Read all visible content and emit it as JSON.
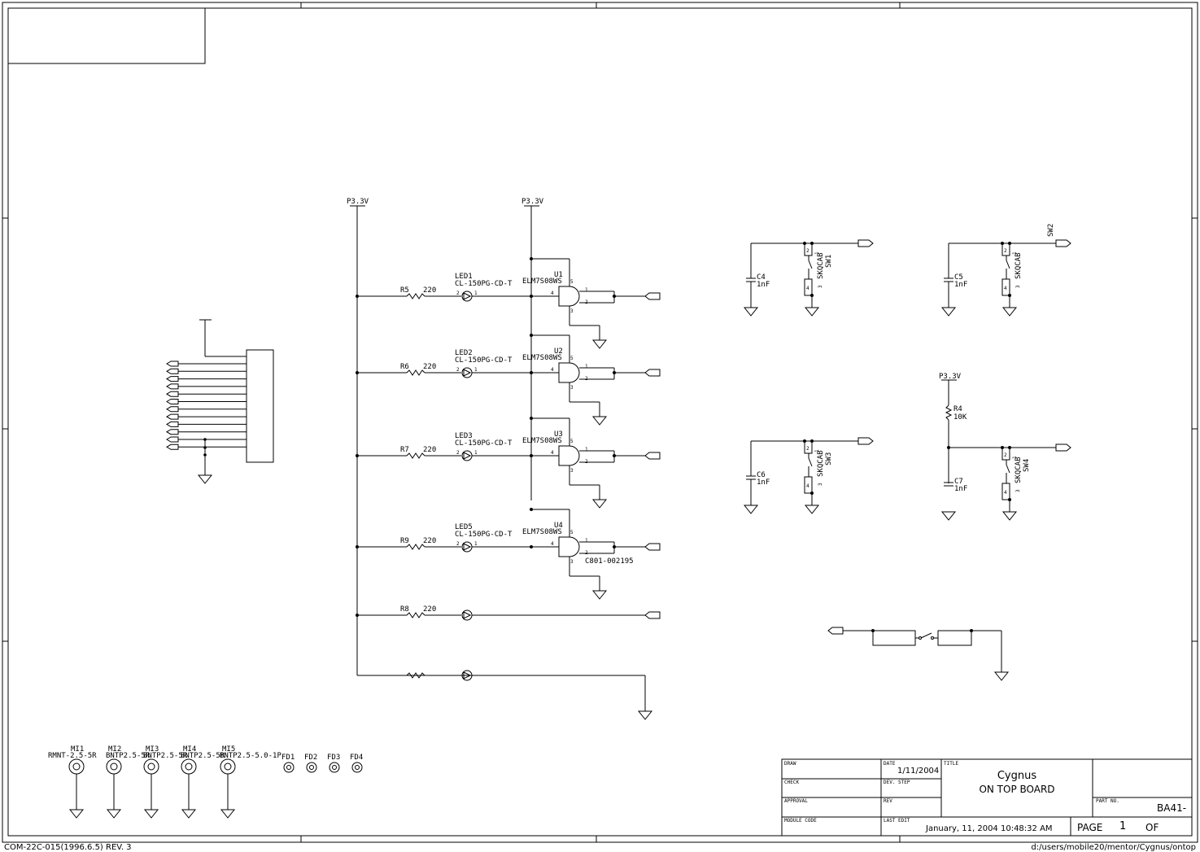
{
  "power": {
    "p33": "P3.3V"
  },
  "channels": [
    {
      "res": "R5",
      "rval": "220",
      "led": "LED1",
      "ledpart": "CL-150PG-CD-T",
      "gate": "U1",
      "gpart": "ELM7S08WS",
      "p5": "5",
      "p4": "4",
      "p3": "3",
      "p1": "1",
      "p2": "2"
    },
    {
      "res": "R6",
      "rval": "220",
      "led": "LED2",
      "ledpart": "CL-150PG-CD-T",
      "gate": "U2",
      "gpart": "ELM7S08WS",
      "p5": "5",
      "p4": "4",
      "p3": "3",
      "p1": "1",
      "p2": "2"
    },
    {
      "res": "R7",
      "rval": "220",
      "led": "LED3",
      "ledpart": "CL-150PG-CD-T",
      "gate": "U3",
      "gpart": "ELM7S08WS",
      "p5": "5",
      "p4": "4",
      "p3": "3",
      "p1": "1",
      "p2": "2"
    },
    {
      "res": "R9",
      "rval": "220",
      "led": "LED5",
      "ledpart": "CL-150PG-CD-T",
      "gate": "U4",
      "gpart": "ELM7S08WS",
      "p5": "5",
      "p4": "4",
      "p3": "3",
      "p1": "1",
      "p2": "2",
      "extra": "C801-002195"
    }
  ],
  "r8": {
    "res": "R8",
    "rval": "220"
  },
  "switches": {
    "sw1": {
      "cap": "C4",
      "cval": "1nF",
      "part": "SKQCAB",
      "ref": "SW1"
    },
    "sw2": {
      "cap": "C5",
      "cval": "1nF",
      "part": "SKQCAB",
      "ref": "SW2"
    },
    "sw3": {
      "cap": "C6",
      "cval": "1nF",
      "part": "SKQCAB",
      "ref": "SW3"
    },
    "sw4": {
      "cap": "C7",
      "cval": "1nF",
      "part": "SKQCAB",
      "ref": "SW4",
      "res": "R4",
      "rval": "10K"
    }
  },
  "pin": {
    "p1": "1",
    "p2": "2",
    "p3": "3",
    "p4": "4"
  },
  "mounts": [
    {
      "ref": "MI1",
      "part": "RMNT-2.5-5R"
    },
    {
      "ref": "MI2",
      "part": "BNTP2.5-5R"
    },
    {
      "ref": "MI3",
      "part": "BNTP2.5-5R"
    },
    {
      "ref": "MI4",
      "part": "BNTP2.5-5R"
    },
    {
      "ref": "MI5",
      "part": "BNTP2.5-5.0-1P"
    }
  ],
  "fiducials": [
    "FD1",
    "FD2",
    "FD3",
    "FD4"
  ],
  "titleblock": {
    "draw_label": "DRAW",
    "check_label": "CHECK",
    "approval_label": "APPROVAL",
    "module_label": "MODULE CODE",
    "date_label": "DATE",
    "date": "1/11/2004",
    "dev_label": "DEV. STEP",
    "rev_label": "REV",
    "lastedit_label": "LAST EDIT",
    "lastedit": "January, 11, 2004  10:48:32 AM",
    "title_label": "TITLE",
    "title1": "Cygnus",
    "title2": "ON TOP BOARD",
    "partno_label": "PART NO.",
    "partno": "BA41-",
    "page_label": "PAGE",
    "page": "1",
    "of_label": "OF"
  },
  "footer": {
    "left": "COM-22C-015(1996.6.5) REV. 3",
    "right": "d:/users/mobile20/mentor/Cygnus/ontop"
  }
}
